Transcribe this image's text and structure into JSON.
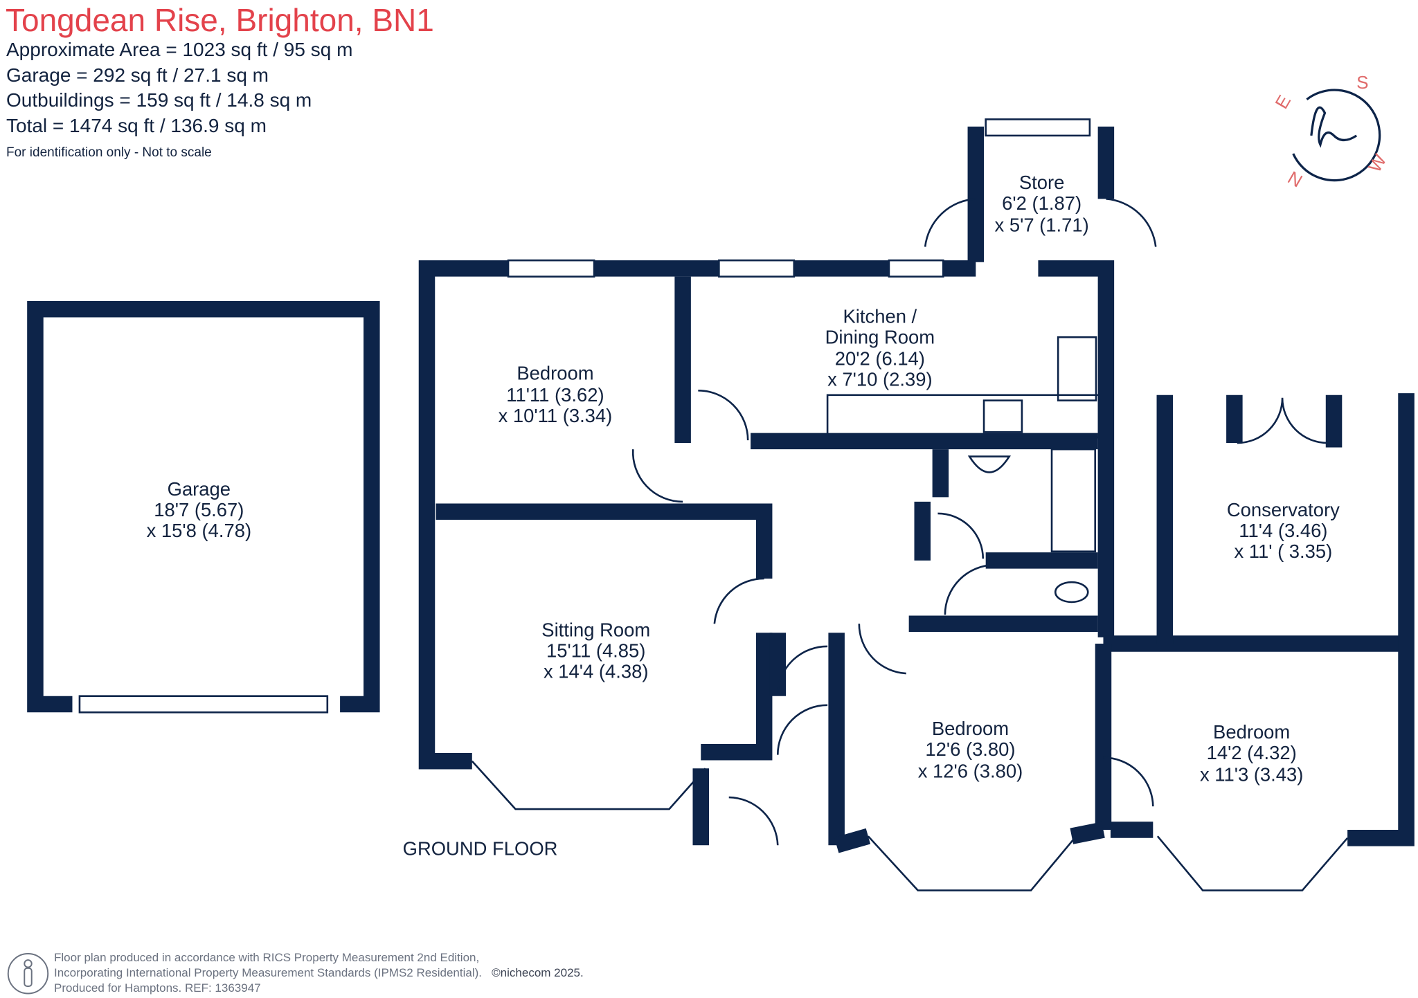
{
  "header": {
    "title": "Tongdean Rise, Brighton, BN1",
    "lines": [
      "Approximate Area = 1023 sq ft / 95 sq m",
      "Garage = 292 sq ft / 27.1 sq m",
      "Outbuildings = 159 sq ft / 14.8 sq m",
      "Total = 1474 sq ft / 136.9 sq m"
    ],
    "note": "For identification only - Not to scale"
  },
  "compass": {
    "labels": [
      "S",
      "E",
      "N",
      "W"
    ],
    "logo_letter": "h"
  },
  "rooms": [
    {
      "name": "Store",
      "dim1": "6'2 (1.87)",
      "dim2": "x 5'7 (1.71)"
    },
    {
      "name": "Kitchen /",
      "name2": "Dining Room",
      "dim1": "20'2 (6.14)",
      "dim2": "x 7'10 (2.39)"
    },
    {
      "name": "Bedroom",
      "dim1": "11'11 (3.62)",
      "dim2": "x 10'11 (3.34)"
    },
    {
      "name": "Garage",
      "dim1": "18'7 (5.67)",
      "dim2": "x 15'8 (4.78)"
    },
    {
      "name": "Conservatory",
      "dim1": "11'4 (3.46)",
      "dim2": "x 11' ( 3.35)"
    },
    {
      "name": "Sitting Room",
      "dim1": "15'11 (4.85)",
      "dim2": "x 14'4 (4.38)"
    },
    {
      "name": "Bedroom",
      "dim1": "12'6 (3.80)",
      "dim2": "x 12'6 (3.80)"
    },
    {
      "name": "Bedroom",
      "dim1": "14'2 (4.32)",
      "dim2": "x 11'3 (3.43)"
    }
  ],
  "floor_label": "GROUND FLOOR",
  "footer": {
    "lines": [
      "Floor plan produced in accordance with RICS Property Measurement 2nd Edition,",
      "Incorporating International Property Measurement Standards (IPMS2 Residential).",
      "Produced for Hamptons.  REF:  1363947"
    ],
    "copyright": "©nichecom 2025."
  },
  "colors": {
    "wall": "#0d2449",
    "title": "#e3424b",
    "compass": "#e06b6b"
  }
}
